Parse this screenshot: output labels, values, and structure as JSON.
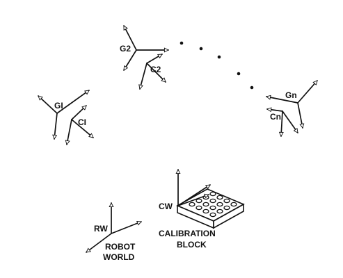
{
  "frames": {
    "g1": "GI",
    "c1": "CI",
    "g2": "G2",
    "c2": "C2",
    "gn": "Gn",
    "cn": "Cn",
    "cw": "CW",
    "rw": "RW"
  },
  "labels": {
    "robot_world_line1": "ROBOT",
    "robot_world_line2": "WORLD",
    "calibration_block_line1": "CALIBRATION",
    "calibration_block_line2": "BLOCK"
  }
}
